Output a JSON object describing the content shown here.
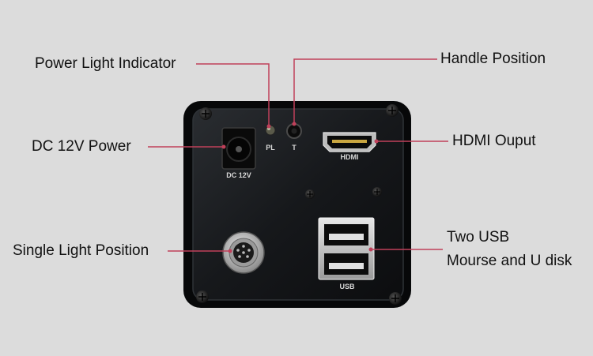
{
  "callouts": {
    "power_light": "Power Light Indicator",
    "handle_position": "Handle Position",
    "dc_power": "DC 12V Power",
    "hdmi_output": "HDMI Ouput",
    "single_light": "Single Light Position",
    "usb_line1": "Two USB",
    "usb_line2": "Mourse and U disk"
  },
  "panel_labels": {
    "dc": "DC 12V",
    "pl": "PL",
    "t": "T",
    "hdmi": "HDMI",
    "usb": "USB"
  },
  "colors": {
    "leader_line": "#c0405a",
    "background": "#dcdcdc",
    "panel": "#16181b"
  }
}
